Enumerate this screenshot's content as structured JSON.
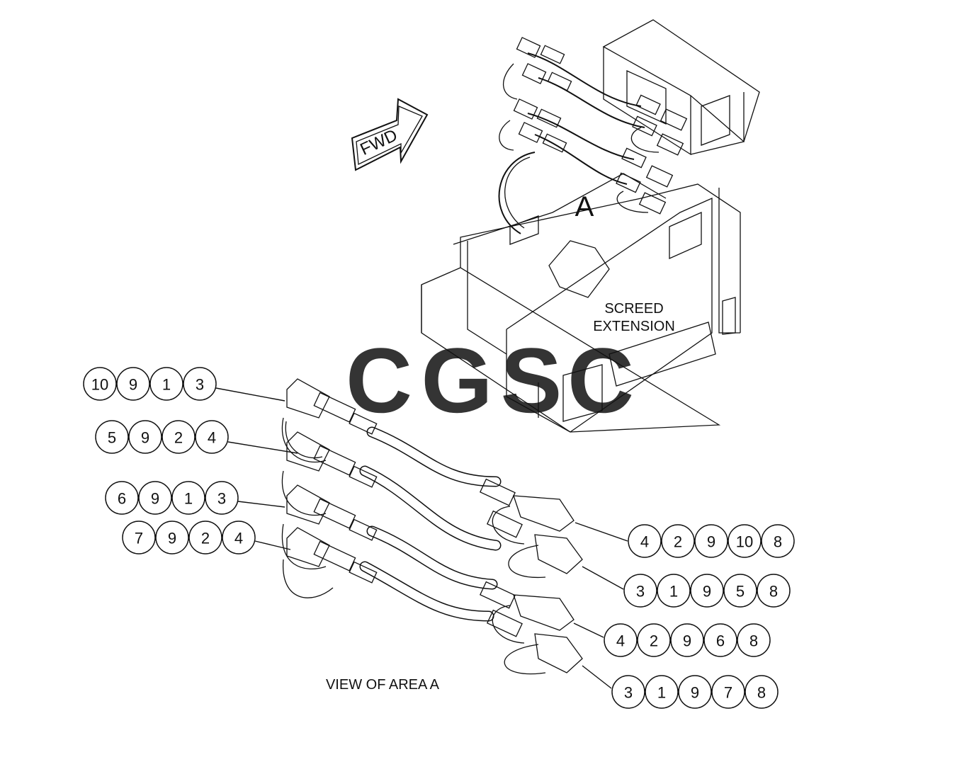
{
  "labels": {
    "fwd": "FWD",
    "area": "A",
    "screed_line1": "SCREED",
    "screed_line2": "EXTENSION",
    "view": "VIEW OF AREA A"
  },
  "watermark": {
    "letters": [
      "C",
      "G",
      "S",
      "C"
    ],
    "colors": [
      "#8ab4f8",
      "#f28b82",
      "#fdd663",
      "#81c995"
    ]
  },
  "callouts": [
    {
      "items": [
        "10",
        "9",
        "1",
        "3"
      ]
    },
    {
      "items": [
        "5",
        "9",
        "2",
        "4"
      ]
    },
    {
      "items": [
        "6",
        "9",
        "1",
        "3"
      ]
    },
    {
      "items": [
        "7",
        "9",
        "2",
        "4"
      ]
    },
    {
      "items": [
        "4",
        "2",
        "9",
        "10",
        "8"
      ]
    },
    {
      "items": [
        "3",
        "1",
        "9",
        "5",
        "8"
      ]
    },
    {
      "items": [
        "4",
        "2",
        "9",
        "6",
        "8"
      ]
    },
    {
      "items": [
        "3",
        "1",
        "9",
        "7",
        "8"
      ]
    }
  ]
}
